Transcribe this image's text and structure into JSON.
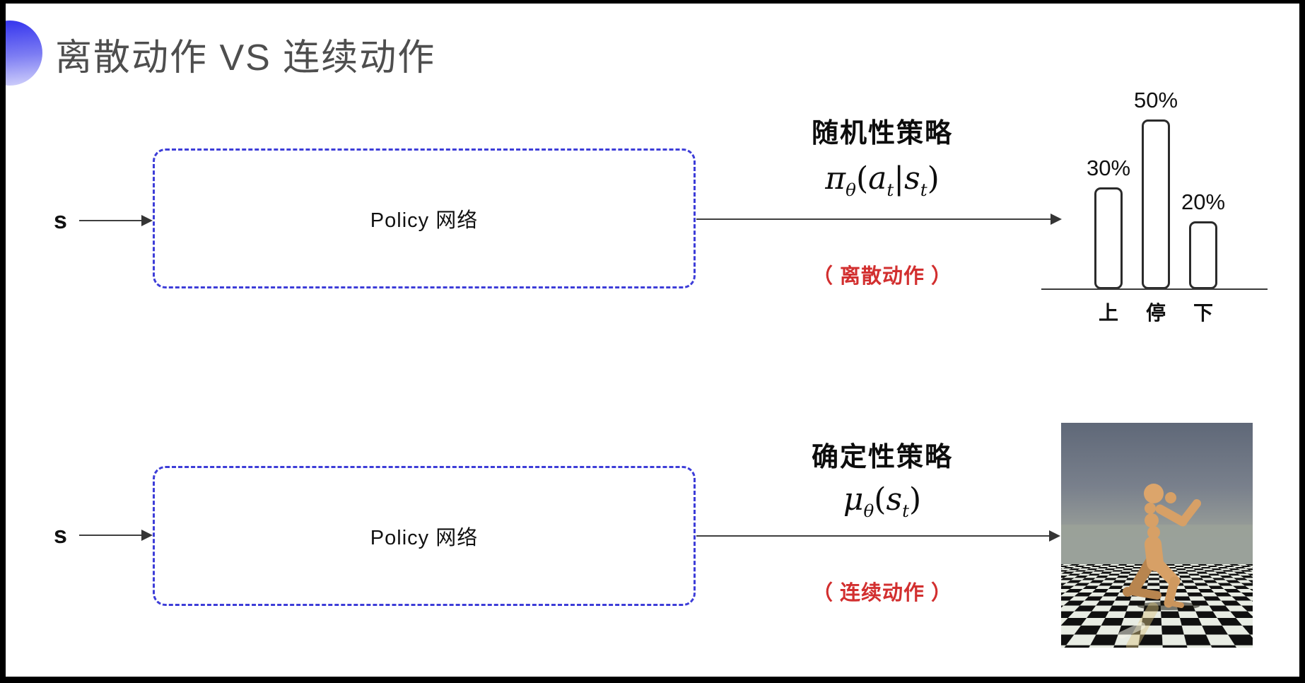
{
  "header": {
    "title": "离散动作 VS 连续动作",
    "accent_color": "#3b3bee"
  },
  "row1": {
    "input_label": "s",
    "box_label": "Policy 网络",
    "policy_type": "随机性策略",
    "formula": {
      "head": "π",
      "head_sub": "θ",
      "open": "(",
      "arg1": "a",
      "arg1_sub": "t",
      "sep": "|",
      "arg2": "s",
      "arg2_sub": "t",
      "close": ")"
    },
    "action_note": "（ 离散动作 ）"
  },
  "row2": {
    "input_label": "s",
    "box_label": "Policy 网络",
    "policy_type": "确定性策略",
    "formula": {
      "head": "μ",
      "head_sub": "θ",
      "open": "(",
      "arg1": "s",
      "arg1_sub": "t",
      "close": ")"
    },
    "action_note": "（ 连续动作 ）"
  },
  "chart_data": {
    "type": "bar",
    "categories": [
      "上",
      "停",
      "下"
    ],
    "values": [
      30,
      50,
      20
    ],
    "value_labels": [
      "30%",
      "50%",
      "20%"
    ],
    "title": "",
    "xlabel": "",
    "ylabel": "",
    "ylim": [
      0,
      60
    ],
    "grid": false,
    "legend": false
  },
  "figure": {
    "name": "mujoco-humanoid-screenshot",
    "sky_top": "#5f6878",
    "sky_bottom": "#949a97",
    "floor_light": "#e8ece3",
    "floor_dark": "#101010",
    "body_color": "#d7a066"
  },
  "colors": {
    "dashed_box": "#3d3dd8",
    "red_note": "#d22f2f",
    "arrow": "#3f3f3f",
    "title_gray": "#4e4e4e"
  }
}
